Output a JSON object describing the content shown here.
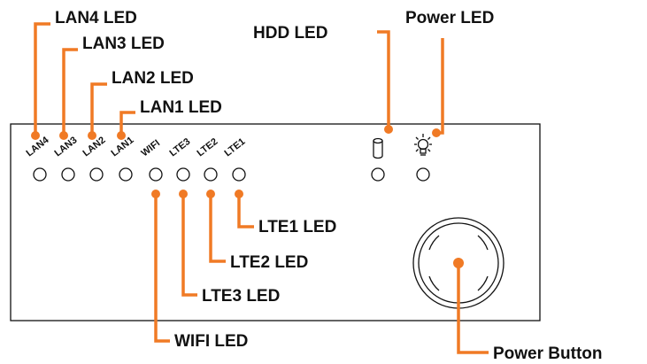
{
  "panel": {
    "leds": [
      {
        "label": "LAN4",
        "callout": "LAN4 LED"
      },
      {
        "label": "LAN3",
        "callout": "LAN3 LED"
      },
      {
        "label": "LAN2",
        "callout": "LAN2 LED"
      },
      {
        "label": "LAN1",
        "callout": "LAN1 LED"
      },
      {
        "label": "WIFI",
        "callout": "WIFI LED"
      },
      {
        "label": "LTE3",
        "callout": "LTE3 LED"
      },
      {
        "label": "LTE2",
        "callout": "LTE2 LED"
      },
      {
        "label": "LTE1",
        "callout": "LTE1 LED"
      }
    ],
    "hdd_led": {
      "icon": "hdd-cylinder-icon",
      "callout": "HDD LED"
    },
    "power_led": {
      "icon": "lightbulb-icon",
      "callout": "Power LED"
    },
    "power_button": {
      "callout": "Power Button"
    }
  },
  "colors": {
    "leader": "#F07A25",
    "outline": "#111111",
    "background": "#FFFFFF"
  }
}
